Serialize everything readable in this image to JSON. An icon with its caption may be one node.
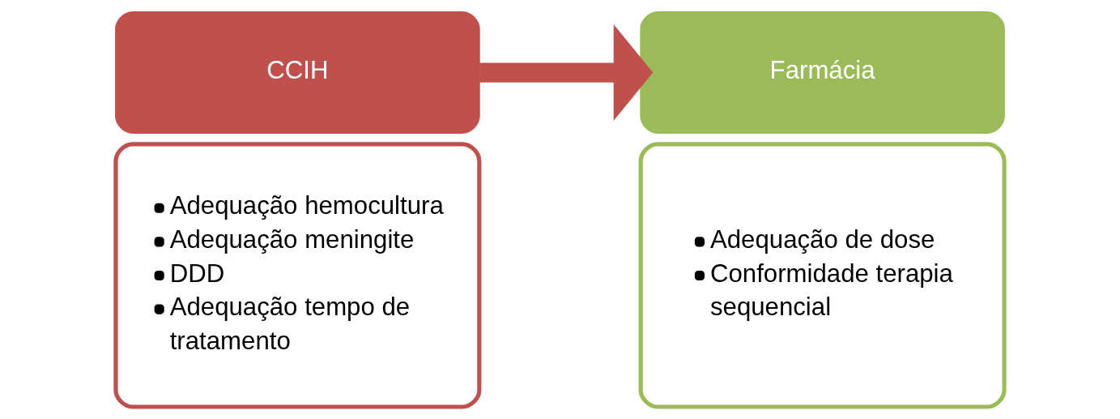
{
  "diagram": {
    "nodes": [
      {
        "text": [
          "CCIH"
        ]
      },
      {
        "text": [
          "Adequação hemocultura",
          "Adequação meningite",
          "DDD",
          "Adequação tempo de tratamento"
        ]
      },
      {
        "text": [
          "Farmácia"
        ]
      },
      {
        "text": [
          "Adequação de dose",
          "Conformidade terapia sequencial"
        ]
      }
    ],
    "edges": [
      {
        "from": 0,
        "to": 2,
        "arrow": "to"
      }
    ]
  }
}
